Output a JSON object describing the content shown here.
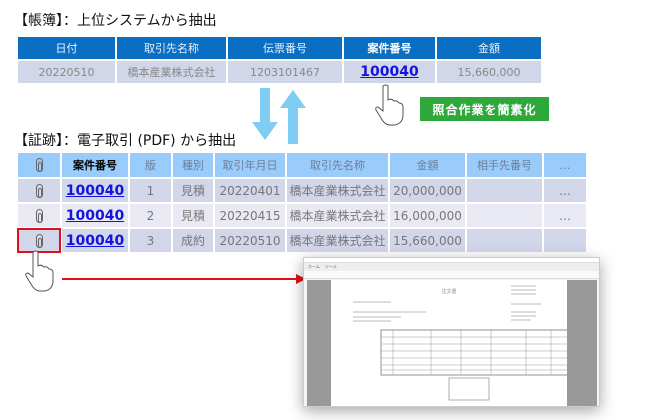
{
  "ledger": {
    "title": "【帳簿】：上位システムから抽出",
    "headers": [
      "日付",
      "取引先名称",
      "伝票番号",
      "案件番号",
      "金額"
    ],
    "row": [
      "20220510",
      "橋本産業株式会社",
      "1203101467",
      "100040",
      "15,660,000"
    ]
  },
  "action_label": "照合作業を簡素化",
  "evidence": {
    "title": "【証跡】：電子取引 (PDF) から抽出",
    "headers": [
      "案件番号",
      "版",
      "種別",
      "取引年月日",
      "取引先名称",
      "金額",
      "相手先番号",
      "…"
    ],
    "rows": [
      [
        "100040",
        "1",
        "見積",
        "20220401",
        "橋本産業株式会社",
        "20,000,000",
        "",
        "…"
      ],
      [
        "100040",
        "2",
        "見積",
        "20220415",
        "橋本産業株式会社",
        "16,000,000",
        "",
        "…"
      ],
      [
        "100040",
        "3",
        "成約",
        "20220510",
        "橋本産業株式会社",
        "15,660,000",
        "",
        ""
      ]
    ]
  },
  "pdf_viewer": {
    "tabs": [
      "ホーム",
      "ツール"
    ],
    "doc_title": "注文書"
  },
  "colors": {
    "ledger_header": "#0a6fc2",
    "evidence_header": "#99ccfb",
    "link": "#1414e0",
    "action": "#2ea83a",
    "highlight": "#e0101a",
    "arrow": "#7fcdf3"
  }
}
